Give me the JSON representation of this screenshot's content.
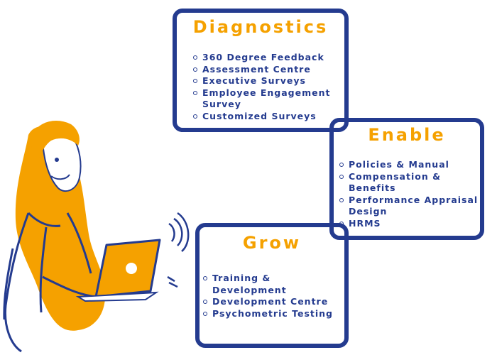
{
  "colors": {
    "accent": "#f5a100",
    "navy": "#243b8f",
    "skin": "#ffffff"
  },
  "diagnostics": {
    "title": "Diagnostics",
    "items": [
      "360 Degree Feedback",
      "Assessment Centre",
      "Executive Surveys",
      "Employee Engagement Survey",
      "Customized Surveys"
    ]
  },
  "enable": {
    "title": "Enable",
    "items": [
      "Policies & Manual",
      "Compensation & Benefits",
      "Performance Appraisal Design",
      "HRMS"
    ]
  },
  "grow": {
    "title": "Grow",
    "items": [
      "Training & Development",
      "Development Centre",
      "Psychometric Testing"
    ]
  },
  "illustration": {
    "icon": "woman-with-laptop-icon"
  }
}
